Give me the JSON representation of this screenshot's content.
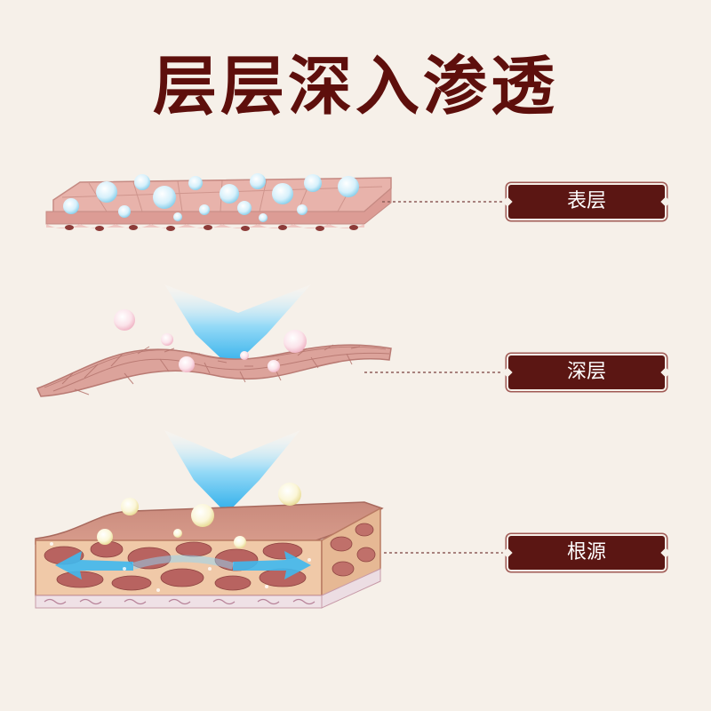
{
  "title": "层层深入渗透",
  "layers": [
    {
      "label": "表层"
    },
    {
      "label": "深层"
    },
    {
      "label": "根源"
    }
  ],
  "colors": {
    "title": "#5e0f0c",
    "label_bg": "#5b1613",
    "skin": "#e7b3ad",
    "arrow": "#3fb8ee"
  }
}
